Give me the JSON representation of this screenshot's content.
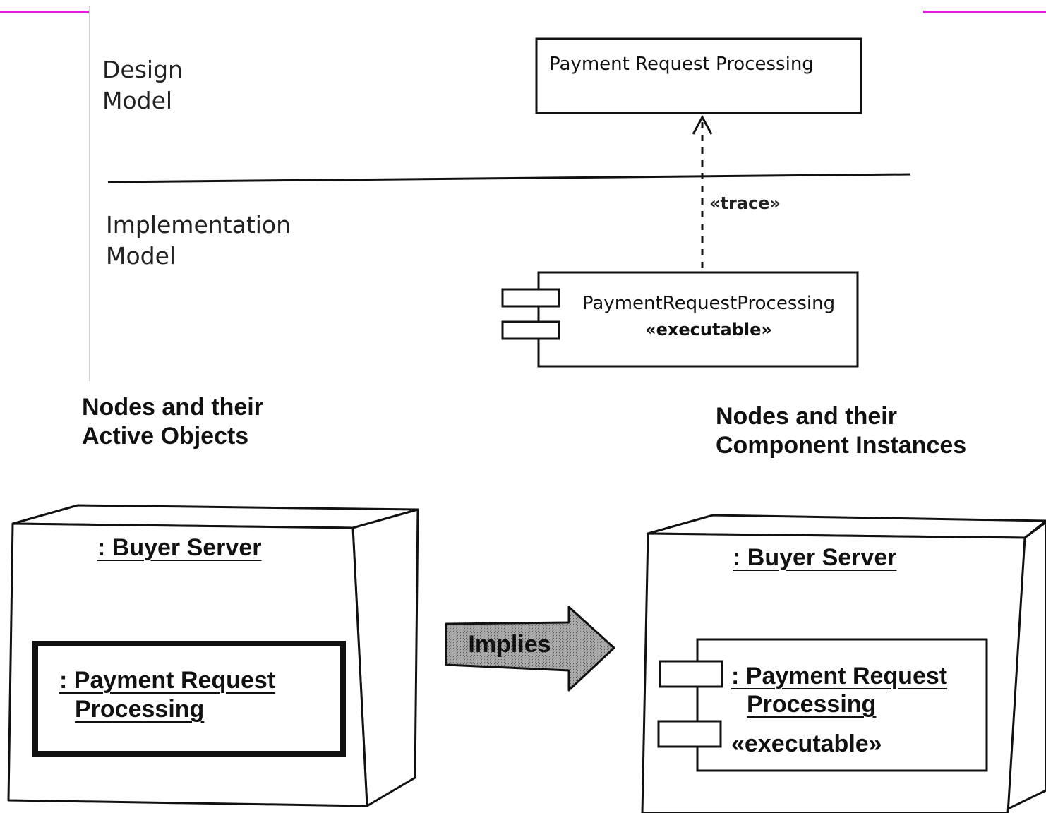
{
  "design_section": {
    "label_line1": "Design",
    "label_line2": "Model",
    "class_box_label": "Payment Request Processing"
  },
  "implementation_section": {
    "label_line1": "Implementation",
    "label_line2": "Model",
    "trace_label": "«trace»",
    "component_name": "PaymentRequestProcessing",
    "component_stereotype": "«executable»"
  },
  "left_panel": {
    "heading_line1": "Nodes and their",
    "heading_line2": "Active Objects",
    "node_name": ": Buyer Server",
    "active_object_line1": ": Payment Request",
    "active_object_line2": "Processing"
  },
  "implies_label": "Implies",
  "right_panel": {
    "heading_line1": "Nodes and their",
    "heading_line2": "Component Instances",
    "node_name": ": Buyer Server",
    "component_line1": ": Payment Request",
    "component_line2": "Processing",
    "component_stereotype": "«executable»"
  },
  "colors": {
    "accent_magenta": "#e01ee0",
    "arrow_fill": "#9a9a9a",
    "ink": "#111111"
  }
}
